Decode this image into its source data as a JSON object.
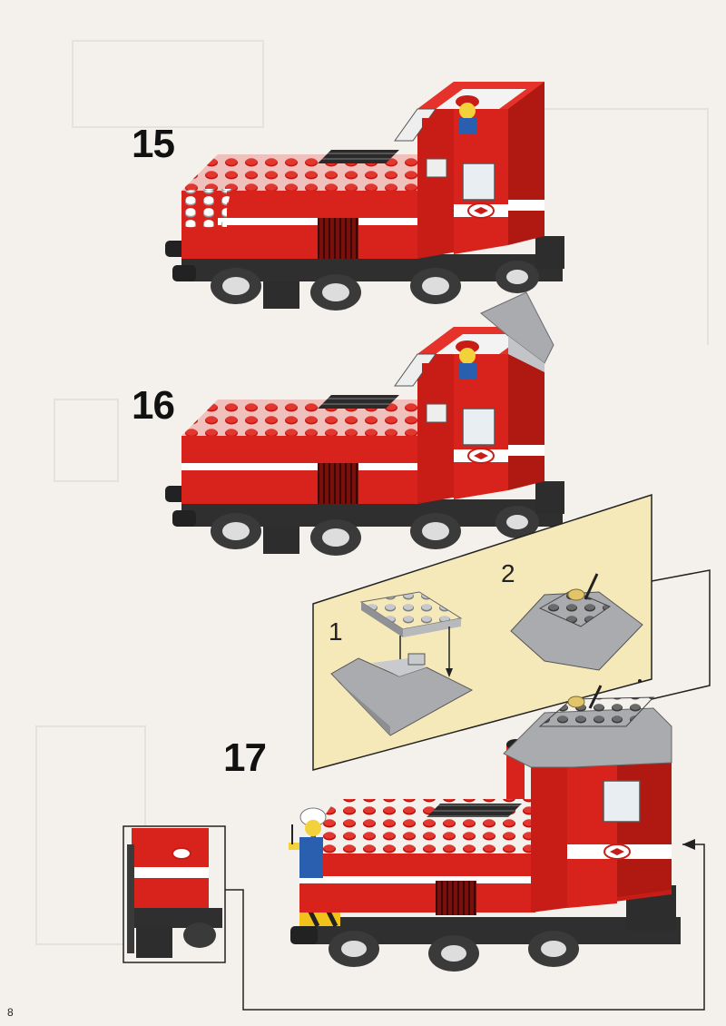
{
  "page": {
    "number": "8"
  },
  "colors": {
    "red": "#d8221c",
    "red_dark": "#a8140f",
    "white_stripe": "#ffffff",
    "chassis": "#2f2f2f",
    "grey_roof": "#a9abae",
    "callout_bg": "#f5e9b9",
    "paper": "#f4f1ec"
  },
  "steps": [
    {
      "id": "step-15",
      "label": "15"
    },
    {
      "id": "step-16",
      "label": "16"
    },
    {
      "id": "step-17",
      "label": "17"
    }
  ],
  "callout": {
    "substeps": [
      {
        "label": "1",
        "icon": "roof-assembly-icon"
      },
      {
        "label": "2",
        "icon": "roof-with-figure-icon"
      }
    ]
  },
  "icons": [
    "locomotive-icon",
    "train-logo-icon",
    "minifigure-icon",
    "arrow-icon"
  ]
}
